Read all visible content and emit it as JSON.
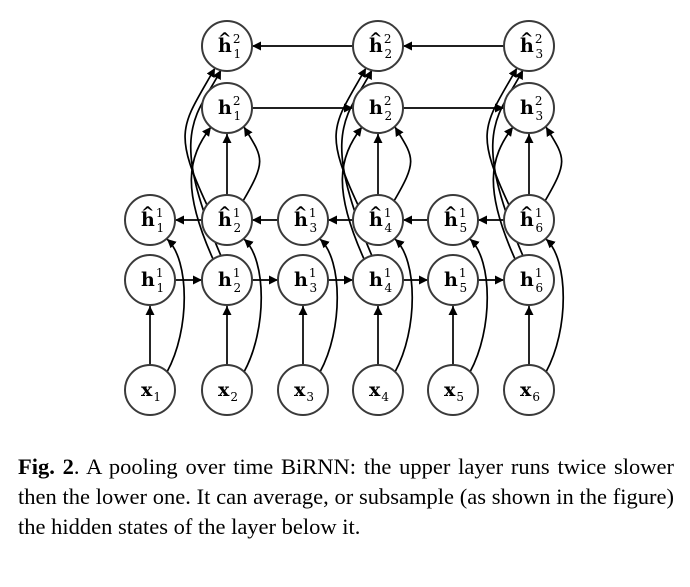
{
  "nodes": {
    "x": [
      {
        "sym": "x",
        "sub": "1"
      },
      {
        "sym": "x",
        "sub": "2"
      },
      {
        "sym": "x",
        "sub": "3"
      },
      {
        "sym": "x",
        "sub": "4"
      },
      {
        "sym": "x",
        "sub": "5"
      },
      {
        "sym": "x",
        "sub": "6"
      }
    ],
    "h1": [
      {
        "sym": "h",
        "sub": "1",
        "sup": "1"
      },
      {
        "sym": "h",
        "sub": "2",
        "sup": "1"
      },
      {
        "sym": "h",
        "sub": "3",
        "sup": "1"
      },
      {
        "sym": "h",
        "sub": "4",
        "sup": "1"
      },
      {
        "sym": "h",
        "sub": "5",
        "sup": "1"
      },
      {
        "sym": "h",
        "sub": "6",
        "sup": "1"
      }
    ],
    "hhat1": [
      {
        "sym": "h",
        "hat": true,
        "sub": "1",
        "sup": "1"
      },
      {
        "sym": "h",
        "hat": true,
        "sub": "2",
        "sup": "1"
      },
      {
        "sym": "h",
        "hat": true,
        "sub": "3",
        "sup": "1"
      },
      {
        "sym": "h",
        "hat": true,
        "sub": "4",
        "sup": "1"
      },
      {
        "sym": "h",
        "hat": true,
        "sub": "5",
        "sup": "1"
      },
      {
        "sym": "h",
        "hat": true,
        "sub": "6",
        "sup": "1"
      }
    ],
    "h2": [
      {
        "sym": "h",
        "sub": "1",
        "sup": "2"
      },
      {
        "sym": "h",
        "sub": "2",
        "sup": "2"
      },
      {
        "sym": "h",
        "sub": "3",
        "sup": "2"
      }
    ],
    "hhat2": [
      {
        "sym": "h",
        "hat": true,
        "sub": "1",
        "sup": "2"
      },
      {
        "sym": "h",
        "hat": true,
        "sub": "2",
        "sup": "2"
      },
      {
        "sym": "h",
        "hat": true,
        "sub": "3",
        "sup": "2"
      }
    ]
  },
  "caption": {
    "label": "Fig. 2",
    "text": ".  A pooling over time BiRNN: the upper layer runs twice slower then the lower one. It can average, or subsample (as shown in the figure) the hidden states of the layer below it."
  },
  "colors": {
    "node_stroke": "#3a3a3a",
    "edge": "#000000"
  }
}
